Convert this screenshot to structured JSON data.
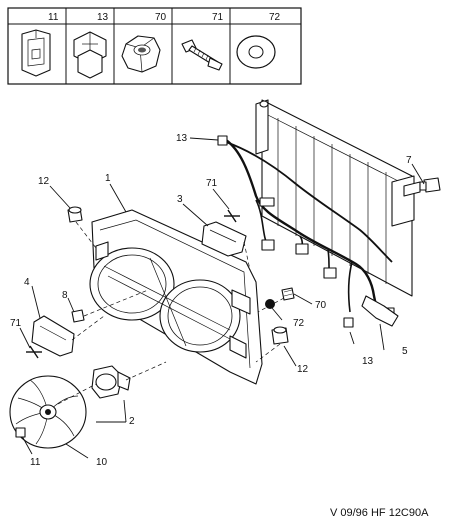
{
  "parts_header": {
    "items": [
      {
        "number": "11",
        "icon": "clip-nut-icon"
      },
      {
        "number": "13",
        "icon": "retaining-clip-icon"
      },
      {
        "number": "70",
        "icon": "hex-nut-icon"
      },
      {
        "number": "71",
        "icon": "screw-icon"
      },
      {
        "number": "72",
        "icon": "washer-icon"
      }
    ]
  },
  "callouts": {
    "c1": "1",
    "c2": "2",
    "c3": "3",
    "c4": "4",
    "c5": "5",
    "c7": "7",
    "c8": "8",
    "c10": "10",
    "c11": "11",
    "c12a": "12",
    "c12b": "12",
    "c13a": "13",
    "c13b": "13",
    "c70": "70",
    "c71a": "71",
    "c71b": "71",
    "c72": "72"
  },
  "reference": "V 09/96 HF 12C90A"
}
